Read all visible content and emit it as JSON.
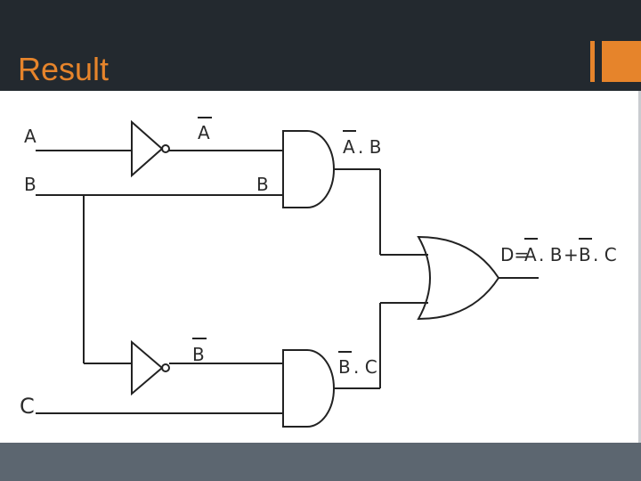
{
  "slide": {
    "title": "Result",
    "accent_color": "#e6842b",
    "background_color": "#23292f",
    "footer_color": "#5c6670"
  },
  "diagram": {
    "inputs": {
      "a": "A",
      "b": "B",
      "c": "C"
    },
    "not_a_output": "A",
    "and1_input_b": "B",
    "and1_output_left": "A",
    "and1_output_right": ". B",
    "not_b_output": "B",
    "and2_output_left": "B",
    "and2_output_right": ". C",
    "result_prefix": "D=",
    "result_a": "A",
    "result_dot_b": ". B",
    "result_plus": "+",
    "result_b": "B",
    "result_dot_c": ". C",
    "gates": [
      "not-a-gate",
      "not-b-gate",
      "and-gate-1",
      "and-gate-2",
      "or-gate"
    ]
  }
}
